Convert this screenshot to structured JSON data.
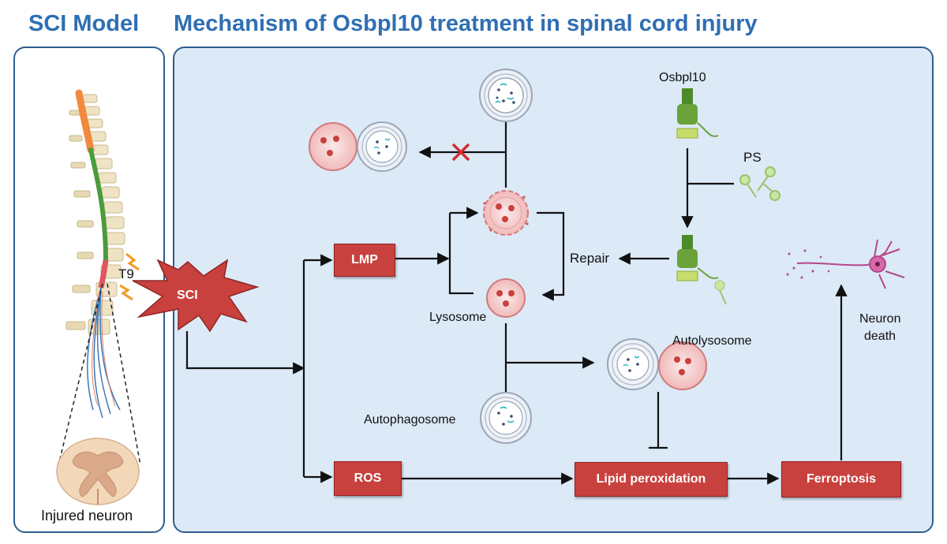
{
  "titles": {
    "left": "SCI Model",
    "right": "Mechanism of Osbpl10 treatment in spinal cord injury"
  },
  "left_panel": {
    "level_label": "T9",
    "caption": "Injured neuron"
  },
  "nodes": {
    "sci": "SCI",
    "lmp": "LMP",
    "ros": "ROS",
    "lipid": "Lipid peroxidation",
    "ferroptosis": "Ferroptosis"
  },
  "labels": {
    "lysosome": "Lysosome",
    "autophagosome": "Autophagosome",
    "autolysosome": "Autolysosome",
    "repair": "Repair",
    "osbpl10": "Osbpl10",
    "ps": "PS",
    "neuron_death_1": "Neuron",
    "neuron_death_2": "death"
  },
  "colors": {
    "title": "#2f6fb3",
    "panel_fill": "#dce9f7",
    "panel_border": "#2e5f8f",
    "box_fill": "#c9413e",
    "osbpl10_green": "#4e8a2a",
    "lysosome_fill": "#f3c8c8",
    "neuron": "#b3478a"
  }
}
